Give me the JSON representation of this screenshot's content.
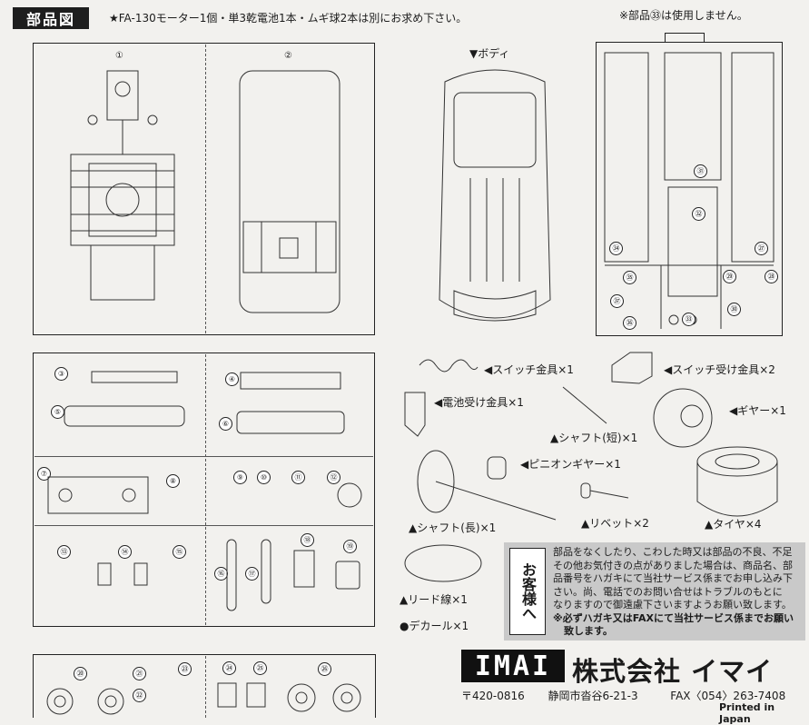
{
  "header": {
    "title": "部品図",
    "motor_note": "★FA-130モーター1個・単3乾電池1本・ムギ球2本は別にお求め下さい。",
    "unused_note": "※部品㉝は使用しません。"
  },
  "labels": {
    "body": "▼ボディ",
    "switch_bracket": "◀スイッチ金具×1",
    "switch_holder": "◀スイッチ受け金具×2",
    "battery_holder": "◀電池受け金具×1",
    "gear": "◀ギヤー×1",
    "shaft_short": "▲シャフト(短)×1",
    "pinion_gear": "◀ピニオンギヤー×1",
    "shaft_long": "▲シャフト(長)×1",
    "rivet": "▲リベット×2",
    "tire": "▲タイヤ×4",
    "lead_wire": "▲リード線×1",
    "decal": "●デカール×1"
  },
  "part_numbers": {
    "p1": "①",
    "p2": "②",
    "p3": "③",
    "p4": "④",
    "p5": "⑤",
    "p6": "⑥",
    "p7": "⑦",
    "p8": "⑧",
    "p9": "⑨",
    "p10": "⑩",
    "p11": "⑪",
    "p12": "⑫",
    "p13": "⑬",
    "p14": "⑭",
    "p15": "⑮",
    "p16": "⑯",
    "p17": "⑰",
    "p18": "⑱",
    "p19": "⑲",
    "p20": "⑳",
    "p21": "㉑",
    "p22": "㉒",
    "p23": "㉓",
    "p24": "㉔",
    "p25": "㉕",
    "p26": "㉖",
    "p27": "㉗",
    "p28": "㉘",
    "p29": "㉙",
    "p30": "㉚",
    "p31": "㉛",
    "p32": "㉜",
    "p33": "㉝",
    "p34": "㉞",
    "p35": "㉟",
    "p36": "㊱",
    "p37": "㊲"
  },
  "contact": {
    "side": "お客様へ",
    "line1": "部品をなくしたり、こわした時又は部品の不良、不足",
    "line2": "その他お気付きの点がありました場合は、商品名、部",
    "line3": "品番号をハガキにて当社サービス係までお申し込み下",
    "line4": "さい。尚、電話でのお問い合せはトラブルのもとに",
    "line5": "なりますので御遠慮下さいますようお願い致します。",
    "line6": "※必ずハガキ又はFAXにて当社サービス係までお願い",
    "line7": "致します。"
  },
  "footer": {
    "logo": "IMAI",
    "company": "株式会社 イマイ",
    "postal": "〒420-0816",
    "address": "静岡市沓谷6-21-3",
    "fax": "FAX〈054〉263-7408",
    "printed": "Printed in Japan"
  }
}
